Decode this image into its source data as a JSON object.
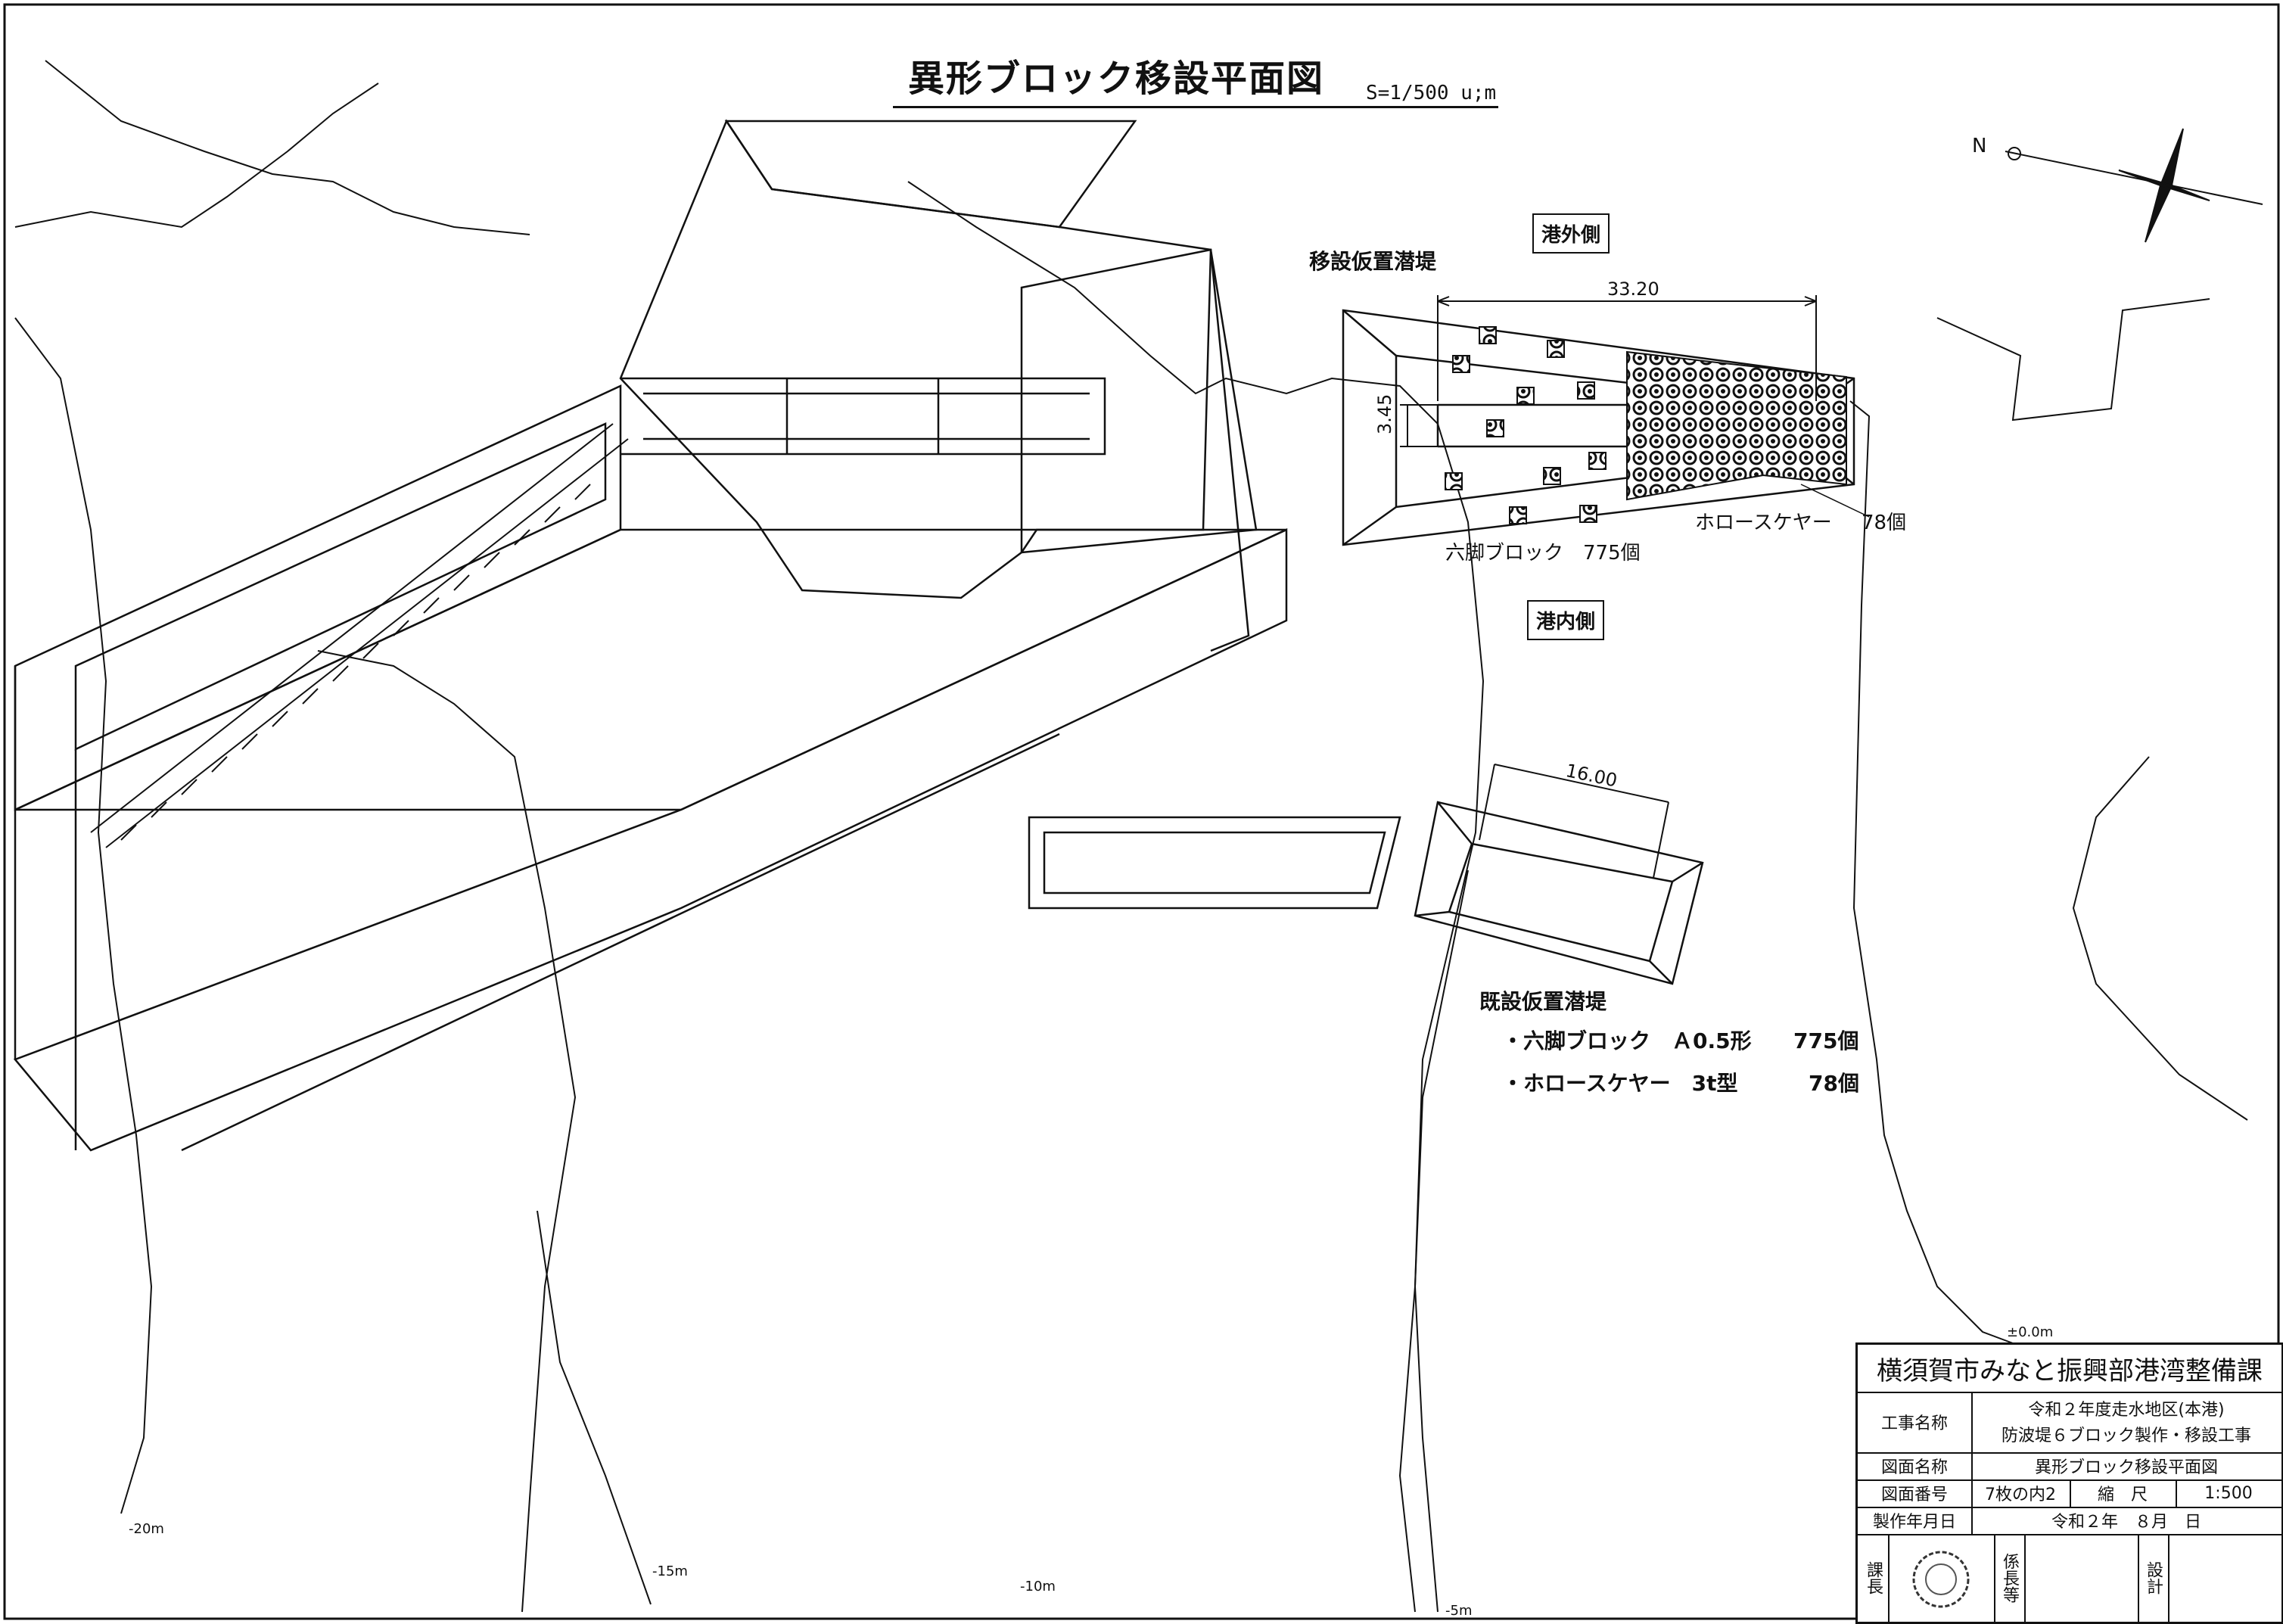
{
  "title": "異形ブロック移設平面図",
  "scale": "S=1/500 u;m",
  "north": "N",
  "side_outer": "港外側",
  "side_inner": "港内側",
  "relocation_label": "移設仮置潜堤",
  "dim_length": "33.20",
  "dim_width": "3.45",
  "dim_existing": "16.00",
  "relocated_block_a": "六脚ブロック　775個",
  "relocated_block_b": "ホロースケヤー",
  "relocated_block_b_count": "78個",
  "existing_label": "既設仮置潜堤",
  "existing_items": [
    {
      "name": "・六脚ブロック　Ａ0.5形",
      "count": "775個"
    },
    {
      "name": "・ホロースケヤー　3t型",
      "count": "78個"
    }
  ],
  "contours": {
    "c0": "±0.0m",
    "c5": "-5m",
    "c10": "-10m",
    "c15": "-15m",
    "c20": "-20m"
  },
  "title_block": {
    "department": "横須賀市みなと振興部港湾整備課",
    "project_label": "工事名称",
    "project_value_1": "令和２年度走水地区(本港)",
    "project_value_2": "防波堤６ブロック製作・移設工事",
    "drawing_label": "図面名称",
    "drawing_value": "異形ブロック移設平面図",
    "number_label": "図面番号",
    "number_value": "7枚の内2",
    "scale_label": "縮　尺",
    "scale_value": "1:500",
    "date_label": "製作年月日",
    "date_value": "令和２年　８月　日",
    "chief_label": "課長",
    "staff_label": "係長等",
    "design_label": "設計"
  }
}
